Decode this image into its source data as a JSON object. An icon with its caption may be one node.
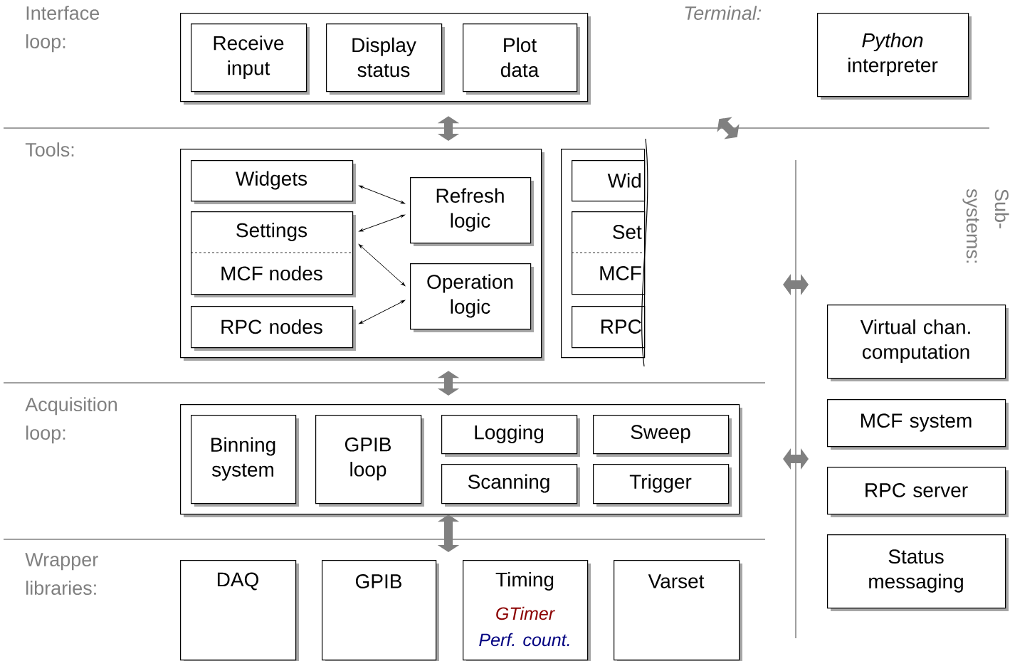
{
  "diagram": {
    "nodes": [
      {
        "text": [],
        "shape": "box"
      },
      {
        "text": [
          "Receive input"
        ],
        "in": 0
      },
      {
        "text": [
          "Display status"
        ],
        "in": 0
      },
      {
        "text": [
          "Plot data"
        ],
        "in": 0
      },
      {
        "text": [
          "*Python* interpreter"
        ]
      },
      {
        "text": [],
        "shape": "box"
      },
      {
        "text": [
          "Widgets"
        ],
        "in": 5
      },
      {
        "text": [
          "Settings",
          "MCF nodes"
        ],
        "in": 5
      },
      {
        "text": [
          "RPC nodes"
        ],
        "in": 5
      },
      {
        "text": [
          "Refresh logic"
        ],
        "in": 5
      },
      {
        "text": [
          "Operation logic"
        ],
        "in": 5
      },
      {
        "text": [],
        "shape": "box"
      },
      {
        "text": [
          "Wid"
        ],
        "in": 11
      },
      {
        "text": [
          "Set",
          "MCF"
        ],
        "in": 11
      },
      {
        "text": [
          "RPC"
        ],
        "in": 11
      },
      {
        "text": [],
        "shape": "box"
      },
      {
        "text": [
          "Binning system"
        ],
        "in": 15
      },
      {
        "text": [
          "GPIB loop"
        ],
        "in": 15
      },
      {
        "text": [
          "Logging"
        ],
        "in": 15
      },
      {
        "text": [
          "Sweep"
        ],
        "in": 15
      },
      {
        "text": [
          "Scanning"
        ],
        "in": 15
      },
      {
        "text": [
          "Trigger"
        ],
        "in": 15
      },
      {
        "text": [
          "DAQ"
        ]
      },
      {
        "text": [
          "GPIB"
        ]
      },
      {
        "text": [
          "Timing",
          "GTimer",
          "Perf. count."
        ]
      },
      {
        "text": [
          "Varset"
        ]
      },
      {
        "text": [
          "Virtual chan. computation"
        ]
      },
      {
        "text": [
          "MCF system"
        ]
      },
      {
        "text": [
          "RPC server"
        ]
      },
      {
        "text": [
          "Status messaging"
        ]
      }
    ],
    "edges": [
      {
        "from": 6,
        "to": 9,
        "arrow": "both"
      },
      {
        "from": 7,
        "to": 9,
        "arrow": "both"
      },
      {
        "from": 7,
        "to": 10,
        "arrow": "both"
      },
      {
        "from": 8,
        "to": 10,
        "arrow": "both"
      },
      {
        "from": 0,
        "to": 5,
        "arrow": "both",
        "style": "thick",
        "color": "#808080"
      },
      {
        "from": 5,
        "to": 15,
        "arrow": "both",
        "style": "thick",
        "color": "#808080"
      },
      {
        "from": 15,
        "to": null,
        "arrow": "both",
        "style": "thick",
        "color": "#808080"
      }
    ],
    "labels": [
      "Interface loop:",
      "Terminal:",
      "Tools:",
      "Sub- systems:",
      "Acquisition loop:",
      "Wrapper libraries:"
    ]
  }
}
